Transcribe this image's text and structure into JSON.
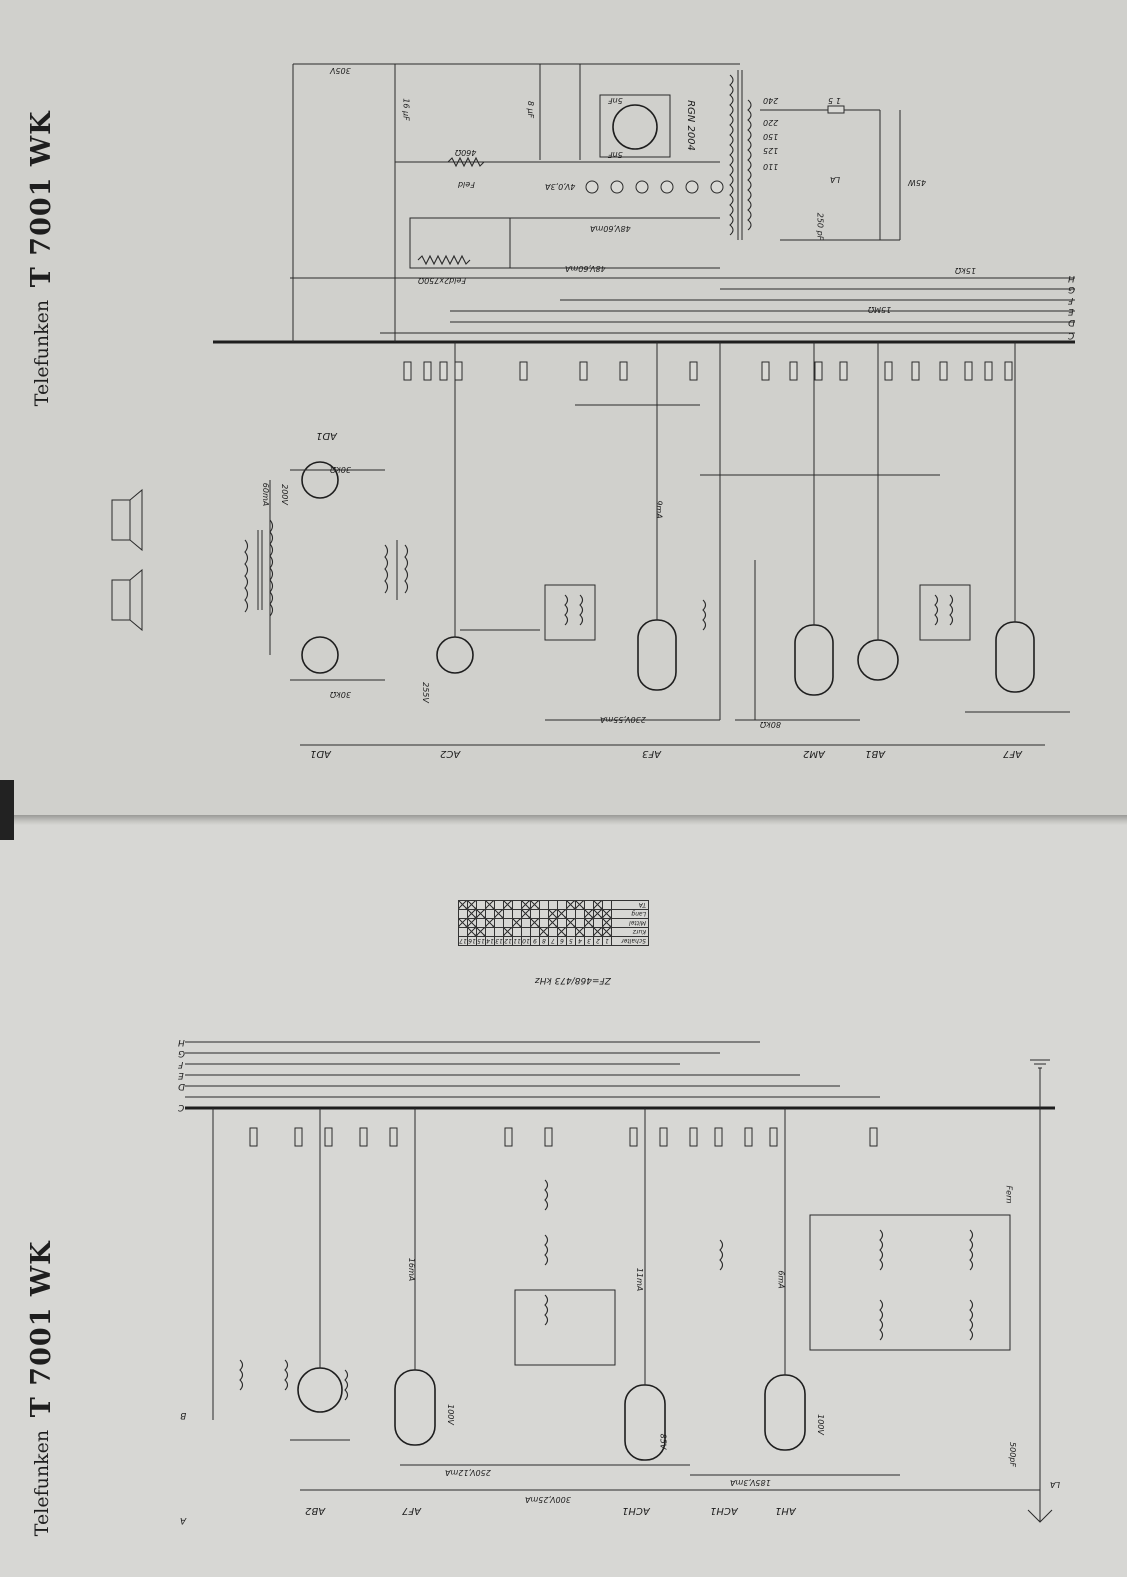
{
  "sheet_top": {
    "brand": "Telefunken",
    "model": "T 7001 WK",
    "tubes": [
      "AD1",
      "AC2",
      "AF3",
      "AM2",
      "AB1",
      "AF7",
      "RGN 2004"
    ],
    "bus_letters": [
      "H",
      "G",
      "F",
      "E",
      "D",
      "C"
    ],
    "labels": {
      "rail": "305V",
      "mains": "1 5",
      "taps": [
        "240",
        "220",
        "150",
        "125",
        "110"
      ],
      "power": "45W",
      "la": "LA",
      "c250": "250 pF",
      "lamps": "4V,0,3A",
      "field": "Feld",
      "field_r": "460Ω",
      "field2": "Feld2x750Ω",
      "current1": "48V,60mA",
      "current2": "48V,60mA",
      "ad1_current": "60mA",
      "ad1_volt": "200V",
      "af3_current": "9mA",
      "af3_supply": "230V,55mA",
      "ac2_volt": "255V",
      "cap16": "16 μF",
      "cap8": "8 μF",
      "cap5": "5nF",
      "r30k": "30kΩ",
      "r80k": "80kΩ",
      "r15m": "15MΩ",
      "r15k": "15kΩ"
    }
  },
  "sheet_bottom": {
    "brand": "Telefunken",
    "model": "T 7001 WK",
    "tubes": [
      "AB2",
      "AF7",
      "ACH1",
      "AH1"
    ],
    "bus_letters": [
      "H",
      "G",
      "F",
      "E",
      "D",
      "C",
      "B",
      "A"
    ],
    "labels": {
      "zf": "ZF=468/473 kHz",
      "rail1": "300V,25mA",
      "rail2": "250V,12mA",
      "rail3": "185V,3mA",
      "af7_current": "16mA",
      "ach1_current": "11mA",
      "ah1_current": "6mA",
      "la": "LA",
      "fern": "Fern",
      "cap500": "500pF",
      "v100": "100V",
      "v85": "85V"
    }
  },
  "switch_table": {
    "rows": [
      "Schalter",
      "Kurz",
      "Mittel",
      "Lang",
      "TA"
    ],
    "columns": [
      "1",
      "2",
      "3",
      "4",
      "5",
      "6",
      "7",
      "8",
      "9",
      "10",
      "11",
      "12",
      "13",
      "14",
      "15",
      "16",
      "17"
    ],
    "marks": [
      [
        0,
        0,
        0,
        0,
        0,
        0,
        0,
        0,
        0,
        0,
        0,
        0,
        0,
        0,
        0,
        0,
        0
      ],
      [
        1,
        1,
        0,
        1,
        0,
        1,
        0,
        1,
        0,
        0,
        0,
        1,
        0,
        0,
        1,
        1,
        0
      ],
      [
        1,
        0,
        1,
        0,
        1,
        0,
        1,
        0,
        1,
        0,
        1,
        0,
        0,
        1,
        0,
        1,
        1
      ],
      [
        1,
        1,
        1,
        0,
        0,
        1,
        1,
        0,
        0,
        1,
        0,
        0,
        1,
        0,
        1,
        1,
        0
      ],
      [
        0,
        1,
        0,
        1,
        1,
        0,
        0,
        0,
        1,
        1,
        0,
        1,
        0,
        1,
        0,
        1,
        1
      ]
    ]
  }
}
